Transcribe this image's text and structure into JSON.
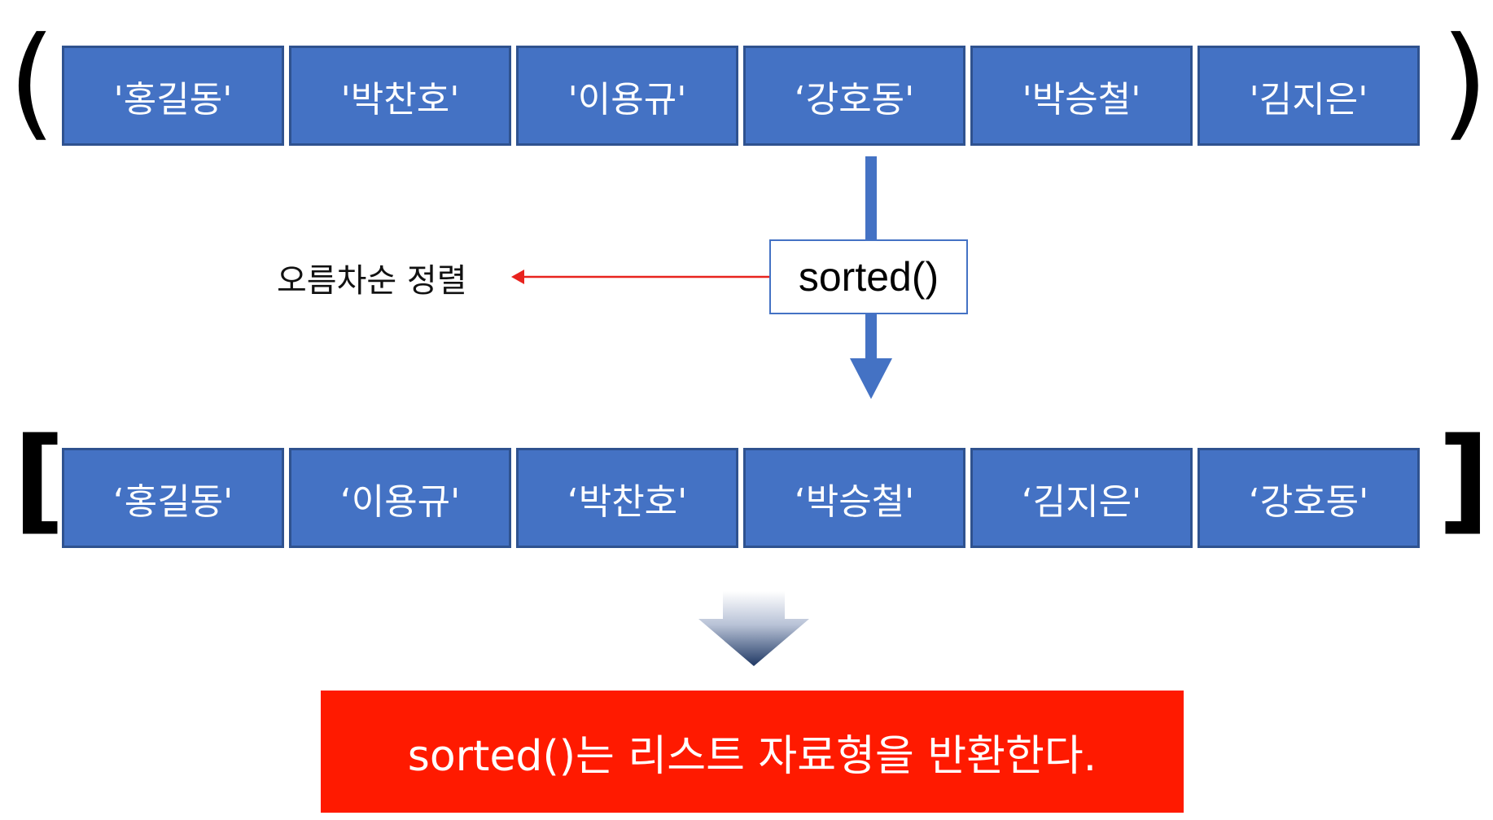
{
  "tuple_row": {
    "open_bracket": "(",
    "close_bracket": ")",
    "items": [
      "'홍길동'",
      "'박찬호'",
      "'이용규'",
      "‘강호동'",
      "'박승철'",
      "'김지은'"
    ]
  },
  "function_box": {
    "label": "sorted()"
  },
  "sort_note": {
    "label": "오름차순 정렬"
  },
  "list_row": {
    "open_bracket": "[",
    "close_bracket": "]",
    "items": [
      "‘홍길동'",
      "‘이용규'",
      "‘박찬호'",
      "‘박승철'",
      "‘김지은'",
      "‘강호동'"
    ]
  },
  "conclusion": {
    "text": "sorted()는 리스트 자료형을 반환한다."
  },
  "colors": {
    "cell_fill": "#4472c4",
    "cell_border": "#2f528f",
    "arrow_blue": "#4472c4",
    "note_arrow": "#e8231e",
    "result_fill": "#ff1a00"
  }
}
